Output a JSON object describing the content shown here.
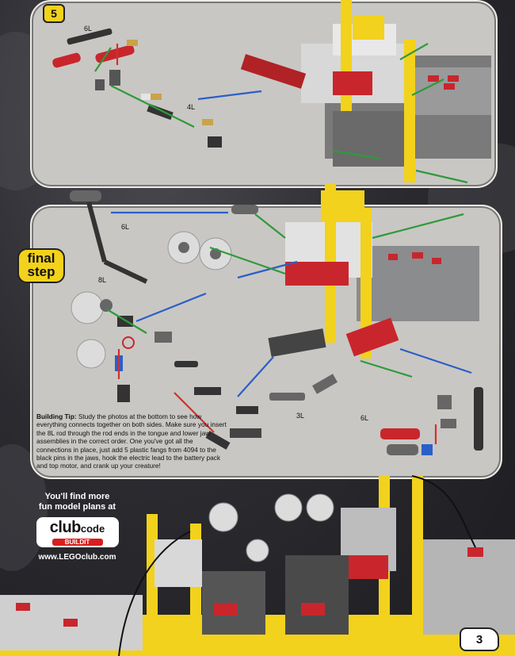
{
  "step5": {
    "number": "5",
    "labels": {
      "rod_6l": "6L",
      "rod_4l": "4L"
    }
  },
  "final": {
    "badge_line1": "final",
    "badge_line2": "step",
    "labels": {
      "rod_6l_a": "6L",
      "rod_8l": "8L",
      "rod_3l": "3L",
      "rod_6l_b": "6L"
    }
  },
  "tip": {
    "title": "Building Tip:",
    "body": "Study the photos at the bottom to see how everything connects together on both sides. Make sure you insert the 8L rod through the rod ends in the tongue and lower jaw assemblies in the correct order. One you've got all the connections in place, just add 5 plastic fangs from 4094 to the black pins in the jaws, hook the electric lead to the battery pack and top motor, and crank up your creature!"
  },
  "promo": {
    "line1": "You'll find more",
    "line2": "fun model plans at",
    "logo_club": "club",
    "logo_code": "code",
    "logo_buildit": "BUILDIT",
    "url": "www.LEGOclub.com"
  },
  "page_number": "3",
  "colors": {
    "yellow": "#f2d21c",
    "red": "#c8262c",
    "grey": "#8b8c8e",
    "arrow_blue": "#2a5fc8",
    "arrow_green": "#2e9a3c"
  }
}
